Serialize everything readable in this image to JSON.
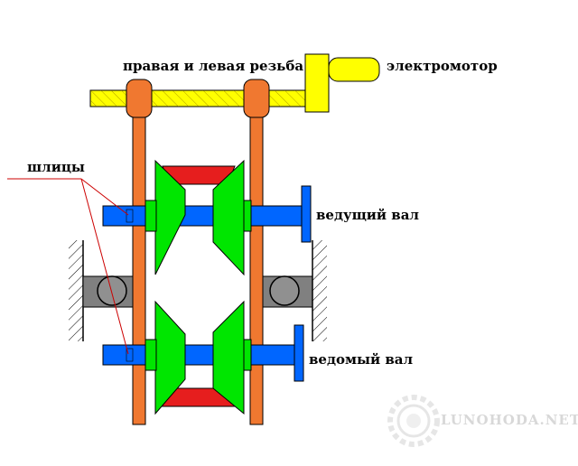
{
  "labels": {
    "thread": "правая и левая резьба",
    "motor": "электромотор",
    "splines": "шлицы",
    "drive_shaft": "ведущий вал",
    "driven_shaft": "ведомый вал"
  },
  "watermark": "LUNOHODA.NET",
  "colors": {
    "screw": "#ffff00",
    "lever": "#f07830",
    "pulley": "#00e600",
    "shaft": "#0066ff",
    "belt": "#e61e1e",
    "bearing": "#808080",
    "leader": "#cc0000"
  }
}
